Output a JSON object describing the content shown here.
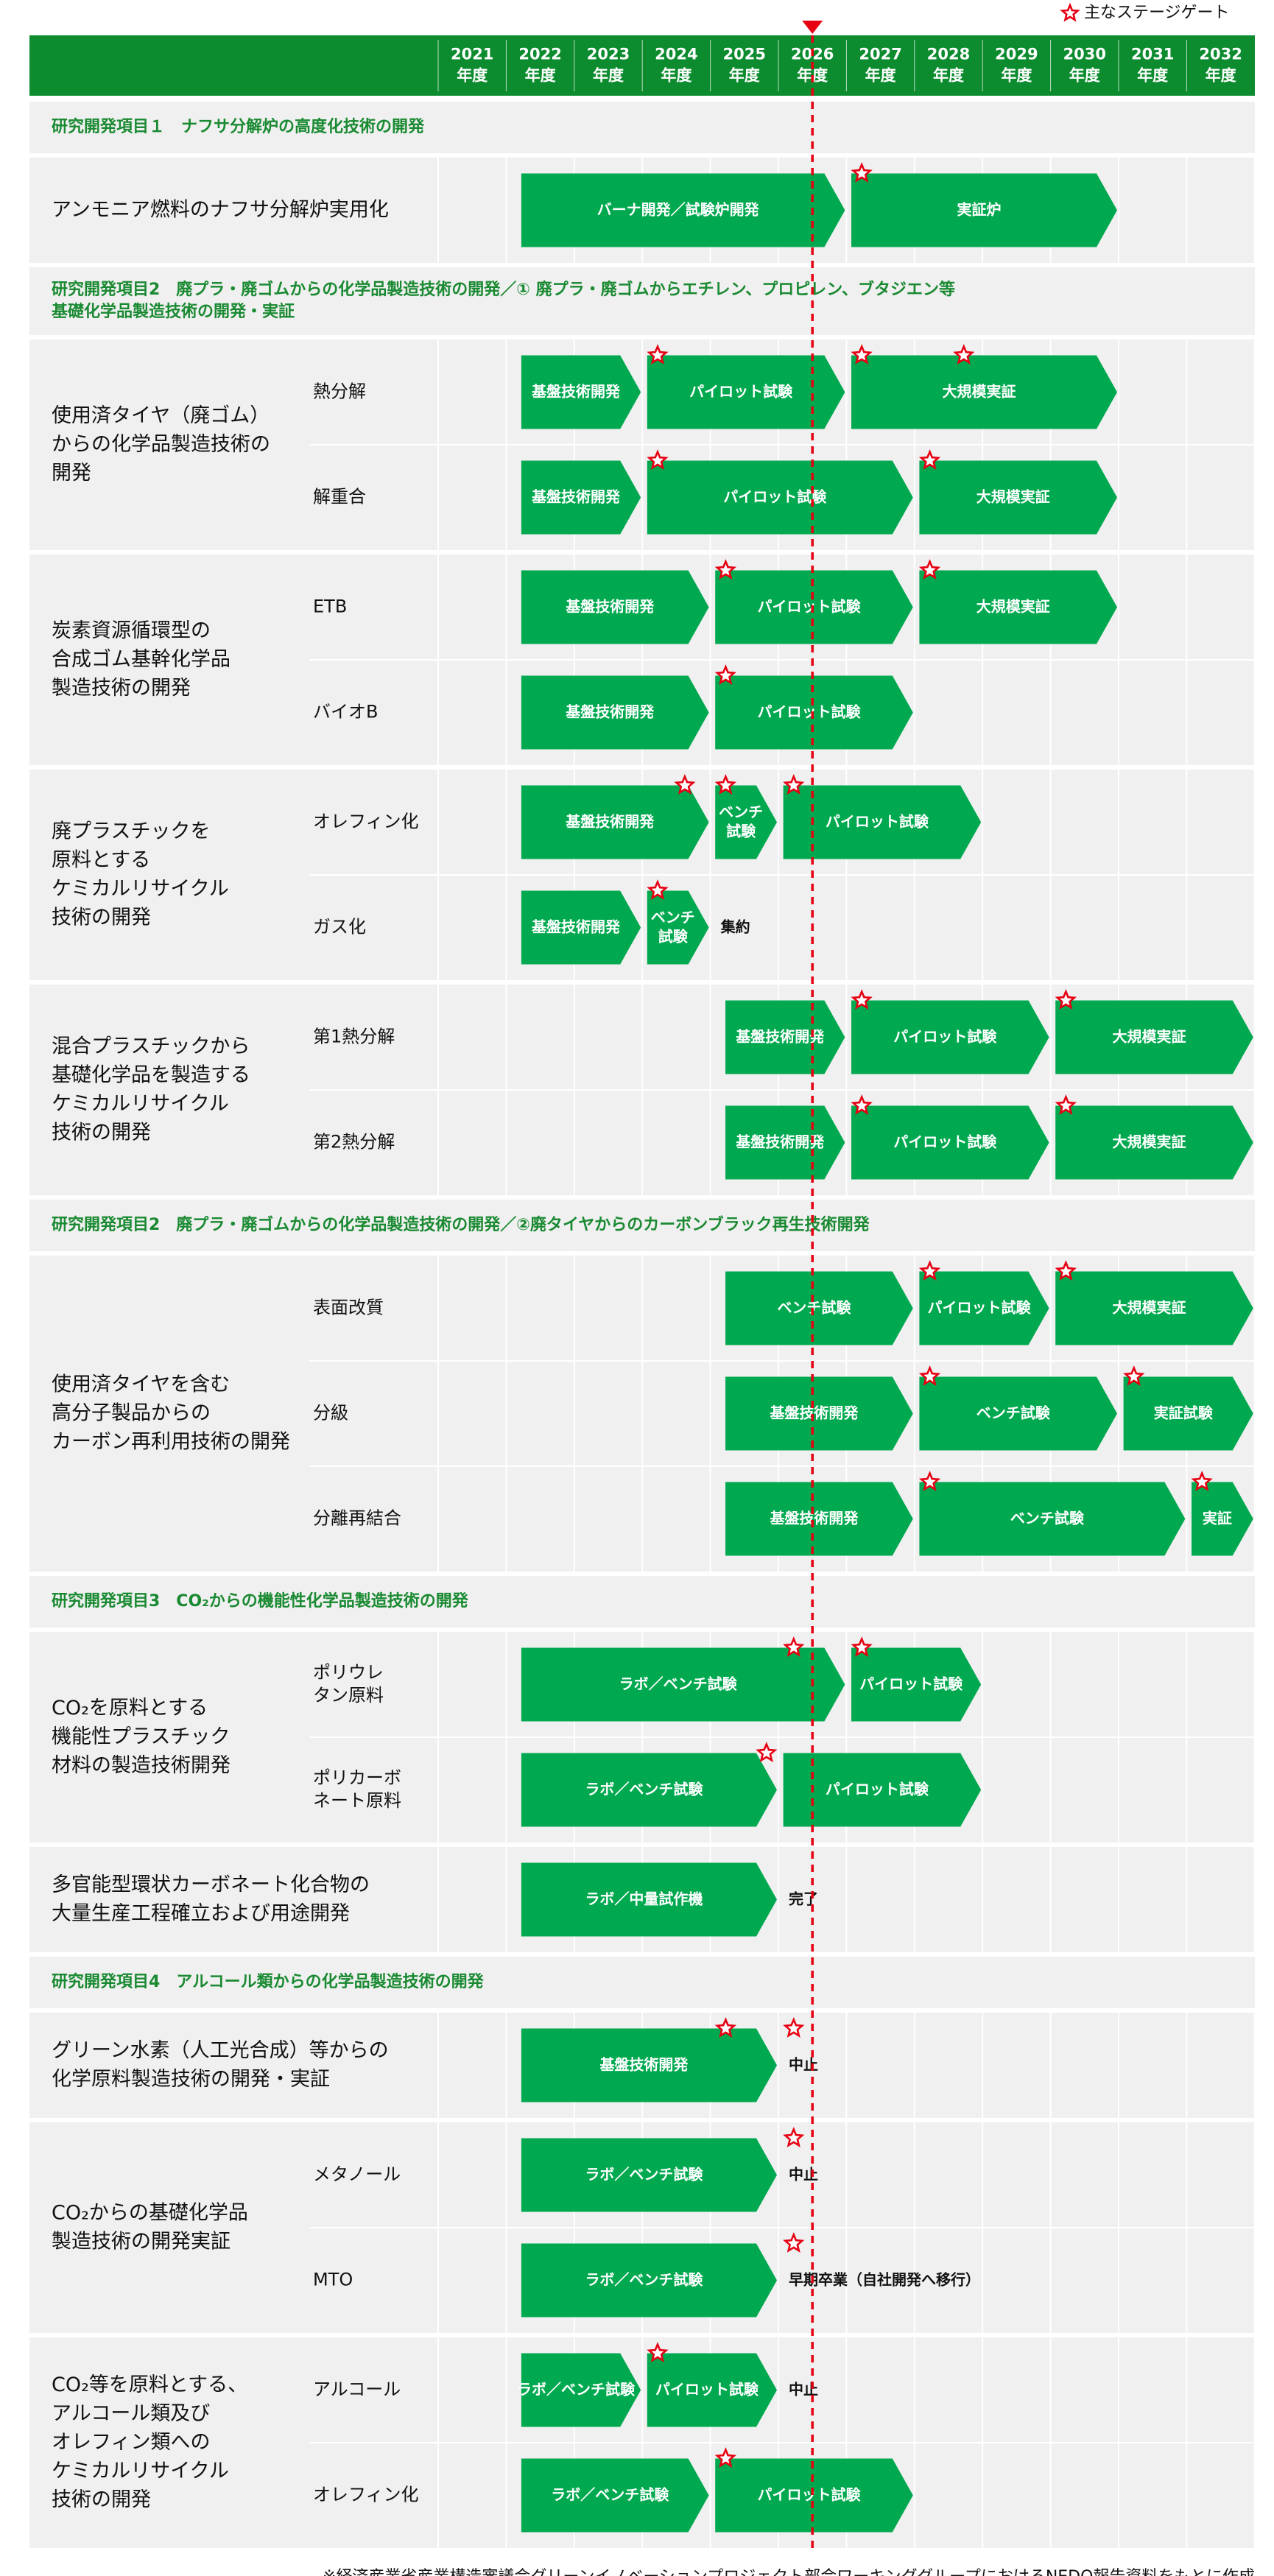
{
  "legend": {
    "star_label": "主なステージゲート"
  },
  "colors": {
    "green": "#00a94f",
    "header_green": "#0d8c2f",
    "title_green": "#1a8a32",
    "row_bg": "#f0f0f0",
    "star": "#e60012",
    "current_line": "#e60012",
    "white": "#ffffff",
    "text": "#111111"
  },
  "footnote": "※経済産業省産業構造審議会グリーンイノベーションプロジェクト部会ワーキンググループにおけるNEDO報告資料をもとに作成",
  "chart_data": {
    "type": "gantt",
    "current_year": 2026,
    "years": [
      {
        "year": "2021",
        "unit": "年度"
      },
      {
        "year": "2022",
        "unit": "年度"
      },
      {
        "year": "2023",
        "unit": "年度"
      },
      {
        "year": "2024",
        "unit": "年度"
      },
      {
        "year": "2025",
        "unit": "年度"
      },
      {
        "year": "2026",
        "unit": "年度"
      },
      {
        "year": "2027",
        "unit": "年度"
      },
      {
        "year": "2028",
        "unit": "年度"
      },
      {
        "year": "2029",
        "unit": "年度"
      },
      {
        "year": "2030",
        "unit": "年度"
      },
      {
        "year": "2031",
        "unit": "年度"
      },
      {
        "year": "2032",
        "unit": "年度"
      }
    ],
    "sections": [
      {
        "title": [
          "研究開発項目１　ナフサ分解炉の高度化技術の開発"
        ],
        "groups": [
          {
            "name": [
              "アンモニア燃料のナフサ分解炉実用化"
            ],
            "rows": [
              {
                "label": [
                  ""
                ],
                "bars": [
                  {
                    "start": 2021.7,
                    "end": 2026.5,
                    "label": [
                      "バーナ開発／試験炉開発"
                    ]
                  },
                  {
                    "start": 2026.55,
                    "end": 2030.5,
                    "label": [
                      "実証炉"
                    ]
                  }
                ],
                "stars": [
                  2026.4
                ],
                "note": ""
              }
            ]
          }
        ]
      },
      {
        "title": [
          "研究開発項目2　廃プラ・廃ゴムからの化学品製造技術の開発／① 廃プラ・廃ゴムからエチレン、プロピレン、ブタジエン等",
          "基礎化学品製造技術の開発・実証"
        ],
        "groups": [
          {
            "name": [
              "使用済タイヤ（廃ゴム）",
              "からの化学品製造技術の",
              "開発"
            ],
            "rows": [
              {
                "label": [
                  "熱分解"
                ],
                "bars": [
                  {
                    "start": 2021.7,
                    "end": 2023.5,
                    "label": [
                      "基盤技術開発"
                    ]
                  },
                  {
                    "start": 2023.55,
                    "end": 2026.5,
                    "label": [
                      "パイロット試験"
                    ]
                  },
                  {
                    "start": 2026.55,
                    "end": 2030.5,
                    "label": [
                      "大規模実証"
                    ]
                  }
                ],
                "stars": [
                  2023.4,
                  2026.4,
                  2027.9
                ],
                "note": ""
              },
              {
                "label": [
                  "解重合"
                ],
                "bars": [
                  {
                    "start": 2021.7,
                    "end": 2023.5,
                    "label": [
                      "基盤技術開発"
                    ]
                  },
                  {
                    "start": 2023.55,
                    "end": 2027.5,
                    "label": [
                      "パイロット試験"
                    ]
                  },
                  {
                    "start": 2027.55,
                    "end": 2030.5,
                    "label": [
                      "大規模実証"
                    ]
                  }
                ],
                "stars": [
                  2023.4,
                  2027.4
                ],
                "note": ""
              }
            ]
          },
          {
            "name": [
              "炭素資源循環型の",
              "合成ゴム基幹化学品",
              "製造技術の開発"
            ],
            "rows": [
              {
                "label": [
                  "ETB"
                ],
                "bars": [
                  {
                    "start": 2021.7,
                    "end": 2024.5,
                    "label": [
                      "基盤技術開発"
                    ]
                  },
                  {
                    "start": 2024.55,
                    "end": 2027.5,
                    "label": [
                      "パイロット試験"
                    ]
                  },
                  {
                    "start": 2027.55,
                    "end": 2030.5,
                    "label": [
                      "大規模実証"
                    ]
                  }
                ],
                "stars": [
                  2024.4,
                  2027.4
                ],
                "note": ""
              },
              {
                "label": [
                  "バイオB"
                ],
                "bars": [
                  {
                    "start": 2021.7,
                    "end": 2024.5,
                    "label": [
                      "基盤技術開発"
                    ]
                  },
                  {
                    "start": 2024.55,
                    "end": 2027.5,
                    "label": [
                      "パイロット試験"
                    ]
                  }
                ],
                "stars": [
                  2024.4
                ],
                "note": ""
              }
            ]
          },
          {
            "name": [
              "廃プラスチックを",
              "原料とする",
              "ケミカルリサイクル",
              "技術の開発"
            ],
            "rows": [
              {
                "label": [
                  "オレフィン化"
                ],
                "bars": [
                  {
                    "start": 2021.7,
                    "end": 2024.5,
                    "label": [
                      "基盤技術開発"
                    ]
                  },
                  {
                    "start": 2024.55,
                    "end": 2025.5,
                    "label": [
                      "ベンチ",
                      "試験"
                    ]
                  },
                  {
                    "start": 2025.55,
                    "end": 2028.5,
                    "label": [
                      "パイロット試験"
                    ]
                  }
                ],
                "stars": [
                  2023.8,
                  2024.4,
                  2025.4
                ],
                "note": ""
              },
              {
                "label": [
                  "ガス化"
                ],
                "bars": [
                  {
                    "start": 2021.7,
                    "end": 2023.5,
                    "label": [
                      "基盤技術開発"
                    ]
                  },
                  {
                    "start": 2023.55,
                    "end": 2024.5,
                    "label": [
                      "ベンチ",
                      "試験"
                    ]
                  }
                ],
                "stars": [
                  2023.4
                ],
                "note": "集約"
              }
            ]
          },
          {
            "name": [
              "混合プラスチックから",
              "基礎化学品を製造する",
              "ケミカルリサイクル",
              "技術の開発"
            ],
            "rows": [
              {
                "label": [
                  "第1熱分解"
                ],
                "bars": [
                  {
                    "start": 2024.7,
                    "end": 2026.5,
                    "label": [
                      "基盤技術開発"
                    ]
                  },
                  {
                    "start": 2026.55,
                    "end": 2029.5,
                    "label": [
                      "パイロット試験"
                    ]
                  },
                  {
                    "start": 2029.55,
                    "end": 2032.5,
                    "label": [
                      "大規模実証"
                    ]
                  }
                ],
                "stars": [
                  2026.4,
                  2029.4
                ],
                "note": ""
              },
              {
                "label": [
                  "第2熱分解"
                ],
                "bars": [
                  {
                    "start": 2024.7,
                    "end": 2026.5,
                    "label": [
                      "基盤技術開発"
                    ]
                  },
                  {
                    "start": 2026.55,
                    "end": 2029.5,
                    "label": [
                      "パイロット試験"
                    ]
                  },
                  {
                    "start": 2029.55,
                    "end": 2032.5,
                    "label": [
                      "大規模実証"
                    ]
                  }
                ],
                "stars": [
                  2026.4,
                  2029.4
                ],
                "note": ""
              }
            ]
          }
        ]
      },
      {
        "title": [
          "研究開発項目2　廃プラ・廃ゴムからの化学品製造技術の開発／②廃タイヤからのカーボンブラック再生技術開発"
        ],
        "groups": [
          {
            "name": [
              "使用済タイヤを含む",
              "高分子製品からの",
              "カーボン再利用技術の開発"
            ],
            "rows": [
              {
                "label": [
                  "表面改質"
                ],
                "bars": [
                  {
                    "start": 2024.7,
                    "end": 2027.5,
                    "label": [
                      "ベンチ試験"
                    ]
                  },
                  {
                    "start": 2027.55,
                    "end": 2029.5,
                    "label": [
                      "パイロット試験"
                    ]
                  },
                  {
                    "start": 2029.55,
                    "end": 2032.5,
                    "label": [
                      "大規模実証"
                    ]
                  }
                ],
                "stars": [
                  2027.4,
                  2029.4
                ],
                "note": ""
              },
              {
                "label": [
                  "分級"
                ],
                "bars": [
                  {
                    "start": 2024.7,
                    "end": 2027.5,
                    "label": [
                      "基盤技術開発"
                    ]
                  },
                  {
                    "start": 2027.55,
                    "end": 2030.5,
                    "label": [
                      "ベンチ試験"
                    ]
                  },
                  {
                    "start": 2030.55,
                    "end": 2032.5,
                    "label": [
                      "実証試験"
                    ]
                  }
                ],
                "stars": [
                  2027.4,
                  2030.4
                ],
                "note": ""
              },
              {
                "label": [
                  "分離再結合"
                ],
                "bars": [
                  {
                    "start": 2024.7,
                    "end": 2027.5,
                    "label": [
                      "基盤技術開発"
                    ]
                  },
                  {
                    "start": 2027.55,
                    "end": 2031.5,
                    "label": [
                      "ベンチ試験"
                    ]
                  },
                  {
                    "start": 2031.55,
                    "end": 2032.5,
                    "label": [
                      "実証"
                    ]
                  }
                ],
                "stars": [
                  2027.4,
                  2031.4
                ],
                "note": ""
              }
            ]
          }
        ]
      },
      {
        "title": [
          "研究開発項目3　CO₂からの機能性化学品製造技術の開発"
        ],
        "groups": [
          {
            "name": [
              "CO₂を原料とする",
              "機能性プラスチック",
              "材料の製造技術開発"
            ],
            "rows": [
              {
                "label": [
                  "ポリウレ",
                  "タン原料"
                ],
                "bars": [
                  {
                    "start": 2021.7,
                    "end": 2026.5,
                    "label": [
                      "ラボ／ベンチ試験"
                    ]
                  },
                  {
                    "start": 2026.55,
                    "end": 2028.5,
                    "label": [
                      "パイロット試験"
                    ]
                  }
                ],
                "stars": [
                  2025.4,
                  2026.4
                ],
                "note": ""
              },
              {
                "label": [
                  "ポリカーボ",
                  "ネート原料"
                ],
                "bars": [
                  {
                    "start": 2021.7,
                    "end": 2025.5,
                    "label": [
                      "ラボ／ベンチ試験"
                    ]
                  },
                  {
                    "start": 2025.55,
                    "end": 2028.5,
                    "label": [
                      "パイロット試験"
                    ]
                  }
                ],
                "stars": [
                  2025.0
                ],
                "note": ""
              }
            ]
          },
          {
            "name": [
              "多官能型環状カーボネート化合物の",
              "大量生産工程確立および用途開発"
            ],
            "rows": [
              {
                "label": [
                  ""
                ],
                "bars": [
                  {
                    "start": 2021.7,
                    "end": 2025.5,
                    "label": [
                      "ラボ／中量試作機"
                    ]
                  }
                ],
                "stars": [],
                "note": "完了"
              }
            ]
          }
        ]
      },
      {
        "title": [
          "研究開発項目4　アルコール類からの化学品製造技術の開発"
        ],
        "groups": [
          {
            "name": [
              "グリーン水素（人工光合成）等からの",
              "化学原料製造技術の開発・実証"
            ],
            "rows": [
              {
                "label": [
                  ""
                ],
                "bars": [
                  {
                    "start": 2021.7,
                    "end": 2025.5,
                    "label": [
                      "基盤技術開発"
                    ]
                  }
                ],
                "stars": [
                  2024.4,
                  2025.4
                ],
                "note": "中止"
              }
            ]
          },
          {
            "name": [
              "CO₂からの基礎化学品",
              "製造技術の開発実証"
            ],
            "rows": [
              {
                "label": [
                  "メタノール"
                ],
                "bars": [
                  {
                    "start": 2021.7,
                    "end": 2025.5,
                    "label": [
                      "ラボ／ベンチ試験"
                    ]
                  }
                ],
                "stars": [
                  2025.4
                ],
                "note": "中止"
              },
              {
                "label": [
                  "MTO"
                ],
                "bars": [
                  {
                    "start": 2021.7,
                    "end": 2025.5,
                    "label": [
                      "ラボ／ベンチ試験"
                    ]
                  }
                ],
                "stars": [
                  2025.4
                ],
                "note": "早期卒業（自社開発へ移行）"
              }
            ]
          },
          {
            "name": [
              "CO₂等を原料とする、",
              "アルコール類及び",
              "オレフィン類への",
              "ケミカルリサイクル",
              "技術の開発"
            ],
            "rows": [
              {
                "label": [
                  "アルコール"
                ],
                "bars": [
                  {
                    "start": 2021.7,
                    "end": 2023.5,
                    "label": [
                      "ラボ／ベンチ試験"
                    ]
                  },
                  {
                    "start": 2023.55,
                    "end": 2025.5,
                    "label": [
                      "パイロット試験"
                    ]
                  }
                ],
                "stars": [
                  2023.4
                ],
                "note": "中止"
              },
              {
                "label": [
                  "オレフィン化"
                ],
                "bars": [
                  {
                    "start": 2021.7,
                    "end": 2024.5,
                    "label": [
                      "ラボ／ベンチ試験"
                    ]
                  },
                  {
                    "start": 2024.55,
                    "end": 2027.5,
                    "label": [
                      "パイロット試験"
                    ]
                  }
                ],
                "stars": [
                  2024.4
                ],
                "note": ""
              }
            ]
          }
        ]
      }
    ]
  }
}
